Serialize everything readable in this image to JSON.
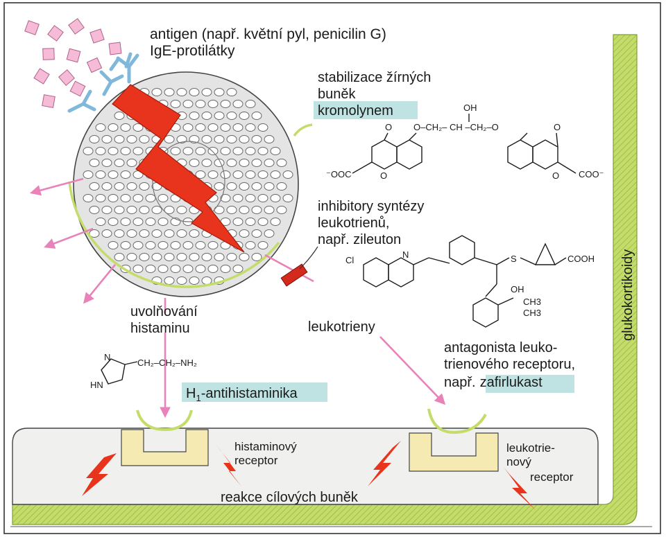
{
  "labels": {
    "antigen": "antigen (např. květní pyl, penicilin G)",
    "ige": "IgE-protilátky",
    "stabilization_1": "stabilizace žírných",
    "stabilization_2": "buněk",
    "kromolyn": "kromolynem",
    "inhibitors_1": "inhibitory syntézy",
    "inhibitors_2": "leukotrienů,",
    "inhibitors_3": "např. zileuton",
    "histamine_release_1": "uvolňování",
    "histamine_release_2": "histaminu",
    "leukotrienes": "leukotrieny",
    "antagonist_1": "antagonista leuko-",
    "antagonist_2": "trienového receptoru,",
    "antagonist_3": "např.",
    "zafirlukast": "zafirlukast",
    "antihistamines_h": "H",
    "antihistamines_sub": "1",
    "antihistamines_rest": "-antihistaminika",
    "histamine_receptor_1": "histaminový",
    "histamine_receptor_2": "receptor",
    "leuko_receptor_1": "leukotrie-",
    "leuko_receptor_2": "nový",
    "leuko_receptor_3": "receptor",
    "target_reaction": "reakce cílových buněk",
    "glucocorticoids": "glukokortikoidy"
  },
  "chem": {
    "oh": "OH",
    "cromolyn_chain": "O–CH₂– CH –CH₂–O",
    "o_left": "O",
    "o_right": "O",
    "ooc": "⁻OOC",
    "coo": "COO⁻",
    "ring_o_left": "O",
    "ring_o_right": "O",
    "cl": "Cl",
    "n": "N",
    "s": "S",
    "cooh": "COOH",
    "oh2": "OH",
    "ch3a": "CH3",
    "ch3b": "CH3",
    "hist_n": "N",
    "hist_hn": "HN",
    "hist_chain": "CH₂–CH₂–NH₂"
  },
  "colors": {
    "green_band": "#c3dc6a",
    "pink_arrow": "#e882b8",
    "red_bolt": "#e8341c",
    "highlight": "#bfe3e2",
    "receptor_fill": "#f5eab2",
    "antigen_fill": "#f6bcd7",
    "antibody": "#7fb8da"
  }
}
